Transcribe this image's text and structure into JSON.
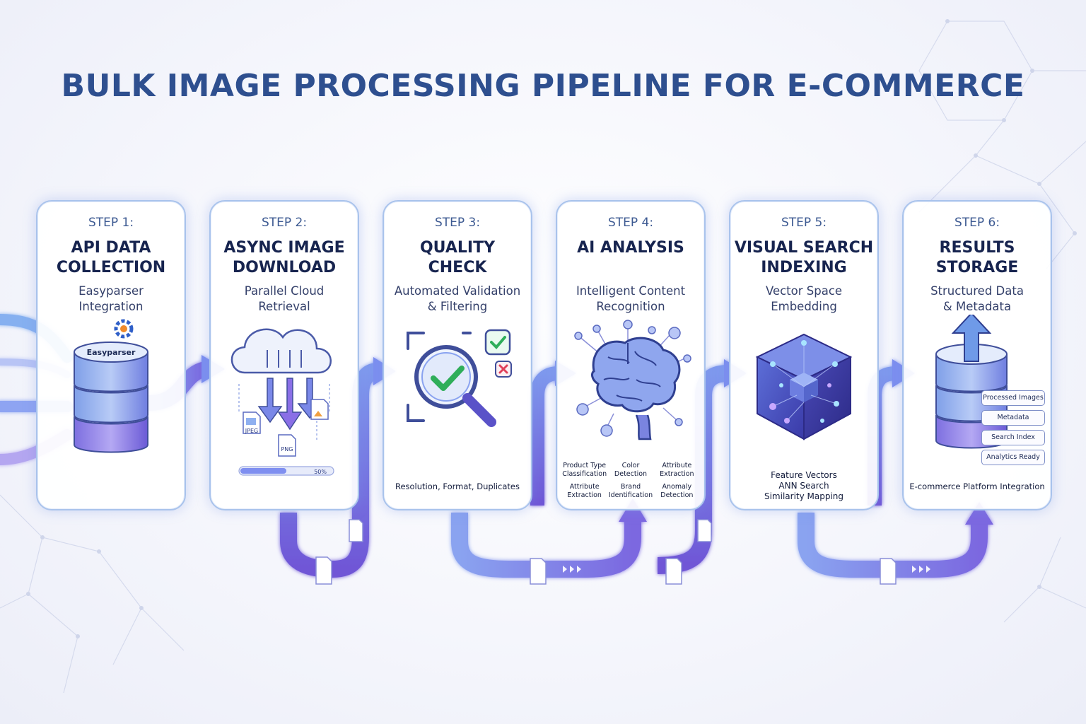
{
  "title": "BULK IMAGE PROCESSING PIPELINE FOR E-COMMERCE",
  "colors": {
    "title": "#2e4f8f",
    "card_border": "#a9c3ec",
    "flow": "#6f7fe8",
    "accent_purple": "#7b5fd8",
    "check_green": "#2fae5a",
    "cross_red": "#e0405a"
  },
  "steps": [
    {
      "step": "STEP 1:",
      "name_lines": [
        "API DATA",
        "COLLECTION"
      ],
      "sub_lines": [
        "Easyparser",
        "Integration"
      ],
      "icon": "database-with-gear-icon",
      "logo_label": "Easyparser"
    },
    {
      "step": "STEP 2:",
      "name_lines": [
        "ASYNC IMAGE",
        "DOWNLOAD"
      ],
      "sub_lines": [
        "Parallel Cloud",
        "Retrieval"
      ],
      "icon": "cloud-download-icon",
      "file_labels": [
        "JPEG",
        "PNG"
      ],
      "progress": {
        "value": 0.5,
        "label": "50%"
      }
    },
    {
      "step": "STEP 3:",
      "name_lines": [
        "QUALITY",
        "CHECK"
      ],
      "sub_lines": [
        "Automated Validation",
        "& Filtering"
      ],
      "icon": "magnifier-check-icon",
      "foot": "Resolution, Format, Duplicates"
    },
    {
      "step": "STEP 4:",
      "name_lines": [
        "AI ANALYSIS"
      ],
      "sub_lines": [
        "Intelligent Content",
        "Recognition"
      ],
      "icon": "brain-network-icon",
      "capabilities": [
        [
          "Product Type",
          "Classification"
        ],
        [
          "Color",
          "Detection"
        ],
        [
          "Attribute",
          "Extraction"
        ],
        [
          "Attribute",
          "Extraction"
        ],
        [
          "Brand",
          "Identification"
        ],
        [
          "Anomaly",
          "Detection"
        ]
      ]
    },
    {
      "step": "STEP 5:",
      "name_lines": [
        "VISUAL SEARCH",
        "INDEXING"
      ],
      "sub_lines": [
        "Vector Space",
        "Embedding"
      ],
      "icon": "vector-cube-icon",
      "foot_lines": [
        "Feature Vectors",
        "ANN Search",
        "Similarity Mapping"
      ]
    },
    {
      "step": "STEP 6:",
      "name_lines": [
        "RESULTS",
        "STORAGE"
      ],
      "sub_lines": [
        "Structured Data",
        "& Metadata"
      ],
      "icon": "database-upload-icon",
      "tags": [
        "Processed Images",
        "Metadata",
        "Search Index",
        "Analytics Ready"
      ],
      "foot": "E-commerce Platform Integration"
    }
  ]
}
